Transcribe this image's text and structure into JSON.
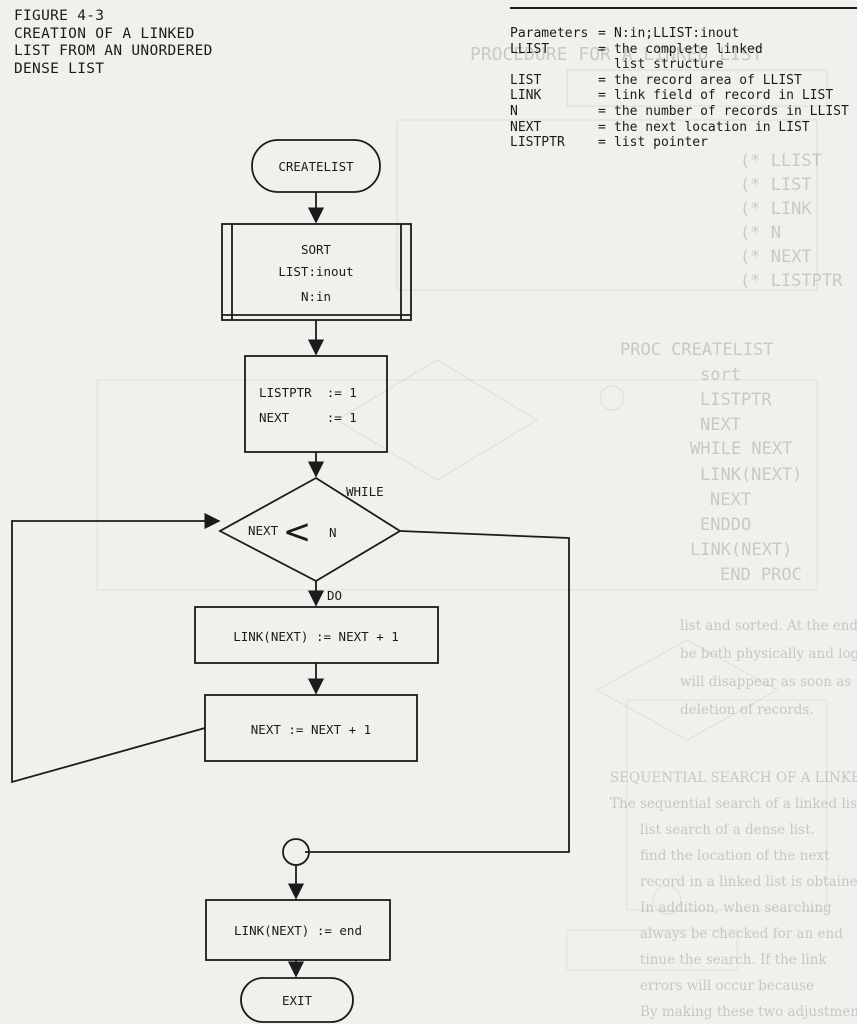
{
  "figure": {
    "caption_lines": [
      "FIGURE 4-3",
      "CREATION OF A LINKED",
      "LIST FROM AN UNORDERED",
      "DENSE LIST"
    ],
    "parameters": {
      "header_label": "Parameters",
      "header_value": "N:in;LLIST:inout",
      "items": [
        {
          "name": "LLIST",
          "desc": "the complete linked",
          "cont": "list structure"
        },
        {
          "name": "LIST",
          "desc": "the record area of LLIST"
        },
        {
          "name": "LINK",
          "desc": "link field of record in LIST"
        },
        {
          "name": "N",
          "desc": "the number of records in LLIST"
        },
        {
          "name": "NEXT",
          "desc": "the next location in LIST"
        },
        {
          "name": "LISTPTR",
          "desc": "list pointer"
        }
      ]
    }
  },
  "flowchart": {
    "start": "CREATELIST",
    "sort_call": [
      "SORT",
      "LIST:inout",
      "N:in"
    ],
    "init": [
      "LISTPTR  := 1",
      "NEXT     := 1"
    ],
    "loop_label": "WHILE",
    "condition_left": "NEXT",
    "condition_symbol": "<",
    "condition_right": "N",
    "do_label": "DO",
    "body_step_1": "LINK(NEXT) := NEXT + 1",
    "body_step_2": "NEXT := NEXT + 1",
    "final_step": "LINK(NEXT) := end",
    "end": "EXIT"
  },
  "colors": {
    "paper": "#f1f0ed",
    "ink": "#1b1b1b",
    "bleed_through": "#9a9894"
  }
}
